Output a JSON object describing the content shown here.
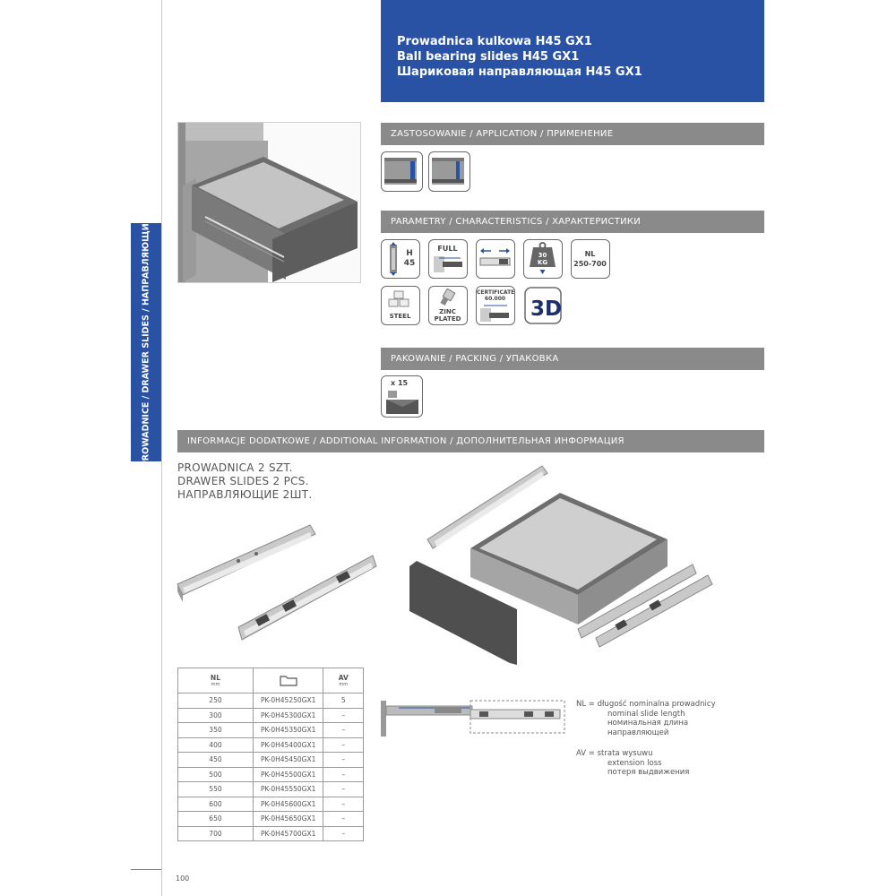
{
  "header": {
    "title_pl": "Prowadnica kulkowa H45 GX1",
    "title_en": "Ball bearing slides H45 GX1",
    "title_ru": "Шариковая направляющая H45 GX1"
  },
  "sidebar": {
    "label": "PROWADNICE / DRAWER SLIDES / НАПРАВЛЯЮЩИЕ"
  },
  "sections": {
    "application": "ZASTOSOWANIE / APPLICATION / ПРИМЕНЕНИЕ",
    "characteristics": "PARAMETRY / CHARACTERISTICS / ХАРАКТЕРИСТИКИ",
    "packing": "PAKOWANIE / PACKING / УПАКОВКА",
    "additional": "INFORMACJE DODATKOWE / ADDITIONAL INFORMATION / ДОПОЛНИТЕЛЬНАЯ ИНФОРМАЦИЯ"
  },
  "characteristics_icons": {
    "height_letter": "H",
    "height_value": "45",
    "full_label": "FULL",
    "load_value": "30",
    "load_unit": "KG",
    "nl_label": "NL",
    "nl_range": "250-700",
    "steel_label": "STEEL",
    "zinc_line1": "ZINC",
    "zinc_line2": "PLATED",
    "certificate_label": "CERTIFICATE",
    "certificate_value": "60.000",
    "three_d_label": "3D"
  },
  "packing": {
    "quantity": "x 15"
  },
  "additional": {
    "line_pl": "PROWADNICA 2 SZT.",
    "line_en": "DRAWER SLIDES 2 PCS.",
    "line_ru": "НАПРАВЛЯЮЩИЕ 2ШТ."
  },
  "table": {
    "col_nl": "NL",
    "col_nl_unit": "mm",
    "col_av": "AV",
    "col_av_unit": "mm",
    "rows": [
      {
        "nl": "250",
        "code": "PK-0H45250GX1",
        "av": "5"
      },
      {
        "nl": "300",
        "code": "PK-0H45300GX1",
        "av": "–"
      },
      {
        "nl": "350",
        "code": "PK-0H45350GX1",
        "av": "–"
      },
      {
        "nl": "400",
        "code": "PK-0H45400GX1",
        "av": "–"
      },
      {
        "nl": "450",
        "code": "PK-0H45450GX1",
        "av": "–"
      },
      {
        "nl": "500",
        "code": "PK-0H45500GX1",
        "av": "–"
      },
      {
        "nl": "550",
        "code": "PK-0H45550GX1",
        "av": "–"
      },
      {
        "nl": "600",
        "code": "PK-0H45600GX1",
        "av": "–"
      },
      {
        "nl": "650",
        "code": "PK-0H45650GX1",
        "av": "–"
      },
      {
        "nl": "700",
        "code": "PK-0H45700GX1",
        "av": "–"
      }
    ]
  },
  "notes": {
    "nl_1": "NL = długość nominalna prowadnicy",
    "nl_2": "nominal slide length",
    "nl_3": "номинальная длина",
    "nl_4": "направляющей",
    "av_1": "AV = strata wysuwu",
    "av_2": "extension loss",
    "av_3": "потеря выдвижения"
  },
  "page_number": "100",
  "colors": {
    "brand_blue": "#2a52a4",
    "section_gray": "#8a8a8a"
  }
}
